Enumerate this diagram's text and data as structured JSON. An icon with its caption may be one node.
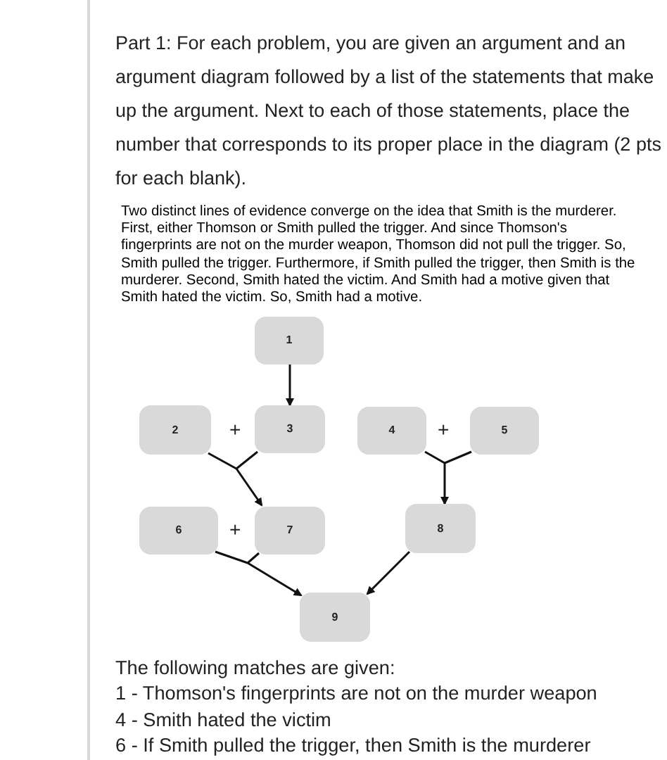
{
  "diagram": {
    "title": "Part 1: For each problem, you are given an argument and an argument diagram followed by a list of the statements that make up the argument. Next to each of those statements, place the number that corresponds to its proper place in the diagram (2 pts for each blank).",
    "nodes": [
      {
        "text": [
          "1"
        ]
      },
      {
        "text": [
          "2"
        ]
      },
      {
        "text": [
          "3"
        ]
      },
      {
        "text": [
          "4"
        ]
      },
      {
        "text": [
          "5"
        ]
      },
      {
        "text": [
          "6"
        ]
      },
      {
        "text": [
          "7"
        ]
      },
      {
        "text": [
          "8"
        ]
      },
      {
        "text": [
          "9"
        ]
      }
    ],
    "edges": [
      {
        "from": 0,
        "to": 2,
        "arrow": "to"
      },
      {
        "from": 1,
        "to": 6,
        "arrow": "to"
      },
      {
        "from": 2,
        "to": 6,
        "arrow": "to"
      },
      {
        "from": 3,
        "to": 7,
        "arrow": "to"
      },
      {
        "from": 4,
        "to": 7,
        "arrow": "to"
      },
      {
        "from": 5,
        "to": 8,
        "arrow": "to"
      },
      {
        "from": 6,
        "to": 8,
        "arrow": "to"
      },
      {
        "from": 7,
        "to": 8,
        "arrow": "to"
      }
    ],
    "labels": [
      "Two distinct lines of evidence converge on the idea that Smith is the murderer. First, either Thomson or Smith pulled the trigger. And since Thomson's fingerprints are not on the murder weapon, Thomson did not pull the trigger. So, Smith pulled the trigger. Furthermore, if Smith pulled the trigger, then Smith is the murderer. Second, Smith hated the victim. And Smith had a motive given that Smith hated the victim. So, Smith had a motive.",
      "+",
      "+",
      "+",
      "The following matches are given:",
      "1 - Thomson's fingerprints are not on the murder weapon",
      "4 - Smith hated the victim",
      "6 - If Smith pulled the trigger, then Smith is the murderer"
    ]
  }
}
